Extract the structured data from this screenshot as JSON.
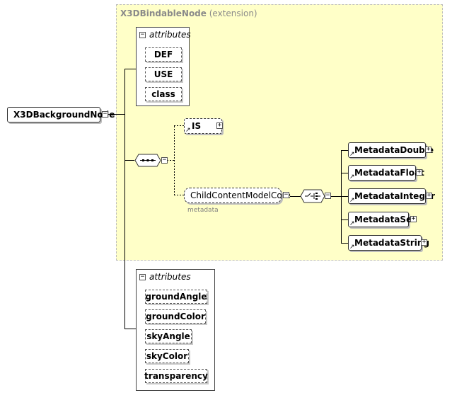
{
  "extension": {
    "name": "X3DBindableNode",
    "suffix": "(extension)"
  },
  "root": {
    "name": "X3DBackgroundNode"
  },
  "inherited_attributes": {
    "heading": "attributes",
    "items": [
      "DEF",
      "USE",
      "class"
    ]
  },
  "sequence": {
    "is_element": "IS",
    "group": {
      "name": "ChildContentModelCore",
      "note": "metadata"
    },
    "choices": [
      "MetadataDouble",
      "MetadataFloat",
      "MetadataInteger",
      "MetadataSet",
      "MetadataString"
    ]
  },
  "own_attributes": {
    "heading": "attributes",
    "items": [
      "groundAngle",
      "groundColor",
      "skyAngle",
      "skyColor",
      "transparency"
    ]
  },
  "colors": {
    "extension_bg": "#ffffc8",
    "line": "#000000"
  }
}
